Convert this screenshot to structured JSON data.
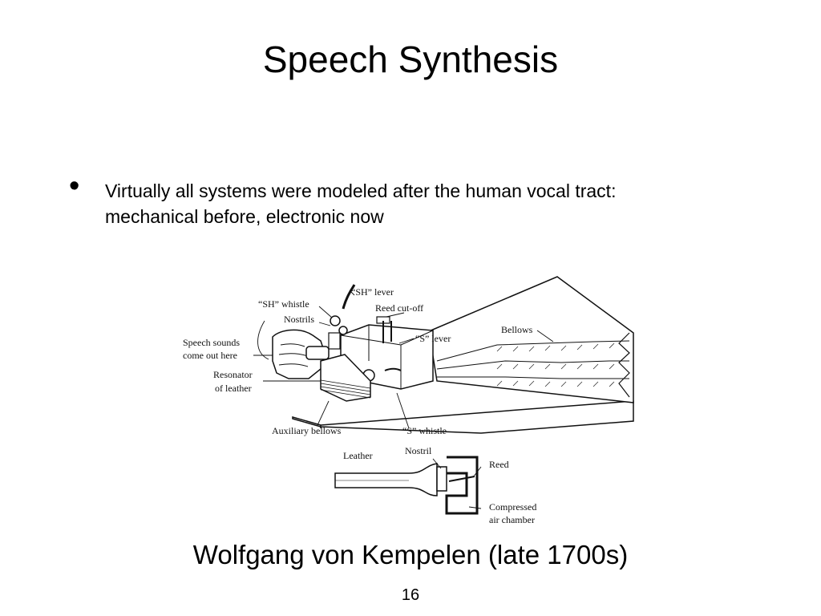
{
  "slide": {
    "title": "Speech Synthesis",
    "bullets": [
      {
        "marker": "•",
        "lines": [
          "Virtually all systems were modeled after the human vocal tract:",
          "mechanical before, electronic now"
        ]
      }
    ],
    "figure": {
      "labels": {
        "sh_lever": "“SH” lever",
        "sh_whistle": "“SH” whistle",
        "reed_cutoff": "Reed cut-off",
        "nostrils": "Nostrils",
        "speech_sounds_1": "Speech sounds",
        "speech_sounds_2": "come out here",
        "s_lever": "“S” lever",
        "bellows": "Bellows",
        "resonator_1": "Resonator",
        "resonator_2": "of leather",
        "auxiliary_bellows": "Auxiliary bellows",
        "s_whistle": "“S” whistle",
        "leather": "Leather",
        "nostril": "Nostril",
        "reed": "Reed",
        "compressed_1": "Compressed",
        "compressed_2": "air chamber"
      }
    },
    "caption": "Wolfgang von Kempelen (late 1700s)",
    "page_number": "16"
  }
}
